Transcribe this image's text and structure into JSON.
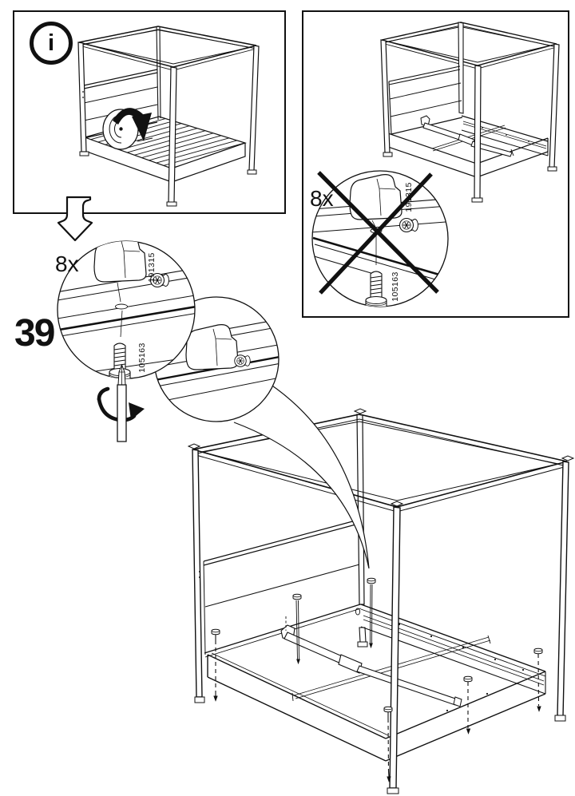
{
  "step": {
    "number": "39"
  },
  "hardware": {
    "quantity_label": "8x",
    "cam_lock_part": "191315",
    "screw_part": "105163"
  },
  "info_panel": {
    "icon_glyph": "i"
  },
  "colors": {
    "line": "#111111",
    "bg": "#ffffff"
  }
}
